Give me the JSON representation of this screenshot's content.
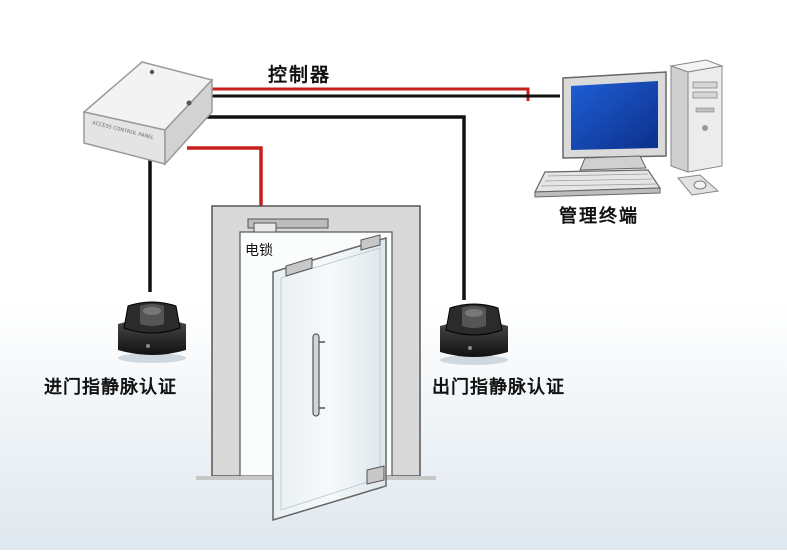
{
  "labels": {
    "controller": "控制器",
    "terminal": "管理终端",
    "electric_lock": "电锁",
    "entry_reader": "进门指静脉认证",
    "exit_reader": "出门指静脉认证",
    "controller_panel_text": "ACCESS CONTROL PANEL"
  },
  "colors": {
    "power_wire": "#c8201c",
    "signal_wire": "#111111",
    "background_bottom": "#dfe8ef"
  },
  "icons": {
    "controller": "controller-box-icon",
    "terminal": "desktop-computer-icon",
    "reader": "finger-vein-reader-icon",
    "door": "glass-door-icon"
  }
}
